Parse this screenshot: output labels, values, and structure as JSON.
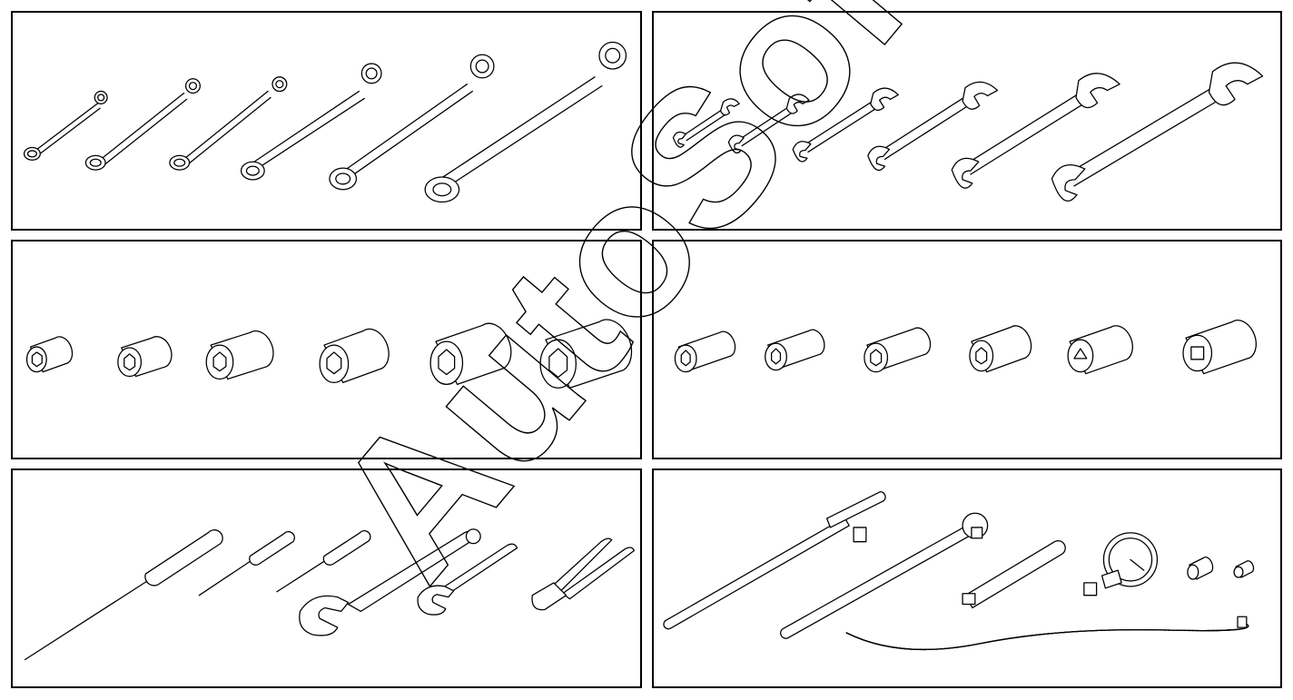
{
  "watermark": {
    "text": "AutoSoft"
  },
  "panels": [
    {
      "id": "offset-ring-wrenches",
      "count": 6
    },
    {
      "id": "open-end-wrenches",
      "count": 6
    },
    {
      "id": "hex-sockets",
      "count": 6
    },
    {
      "id": "deep-sockets",
      "count": 6
    },
    {
      "id": "screwdrivers-adjustable-wrenches-pliers",
      "count": 6
    },
    {
      "id": "drive-tools-and-compression-gauge",
      "count": 7
    }
  ]
}
